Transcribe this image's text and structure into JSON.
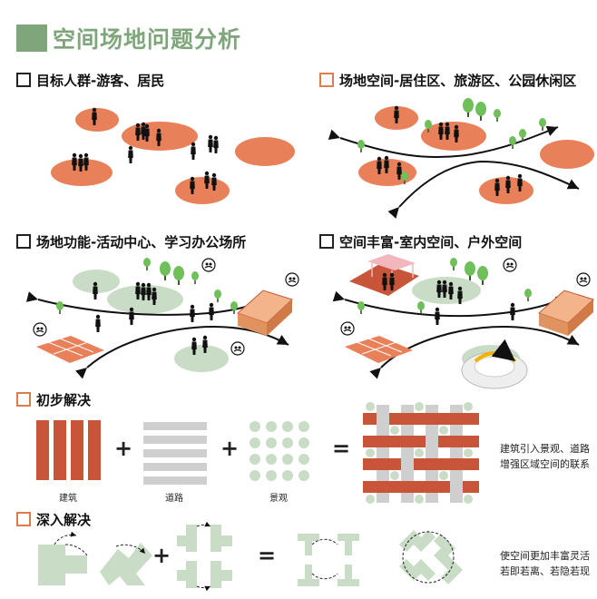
{
  "title": "空间场地问题分析",
  "panels": [
    {
      "heading": "目标人群-游客、居民"
    },
    {
      "heading": "场地空间-居住区、旅游区、公园休闲区"
    },
    {
      "heading": "场地功能-活动中心、学习办公场所"
    },
    {
      "heading": "空间丰富-室内空间、户外空间"
    }
  ],
  "step1": {
    "heading": "初步解决",
    "labels": [
      "建筑",
      "道路",
      "景观"
    ],
    "plus": "+",
    "equals": "=",
    "note_lines": [
      "建筑引入景观、道路",
      "增强区域空间的联系"
    ]
  },
  "step2": {
    "heading": "深入解决",
    "plus": "+",
    "equals": "=",
    "note_lines": [
      "使空间更加丰富灵活",
      "若即若离、若隐若现"
    ]
  },
  "colors": {
    "accent_green": "#7fa67b",
    "orange": "#e07a4f",
    "brick": "#c8553a",
    "light_green": "#c9dcc6",
    "grey": "#cfcfcf"
  }
}
